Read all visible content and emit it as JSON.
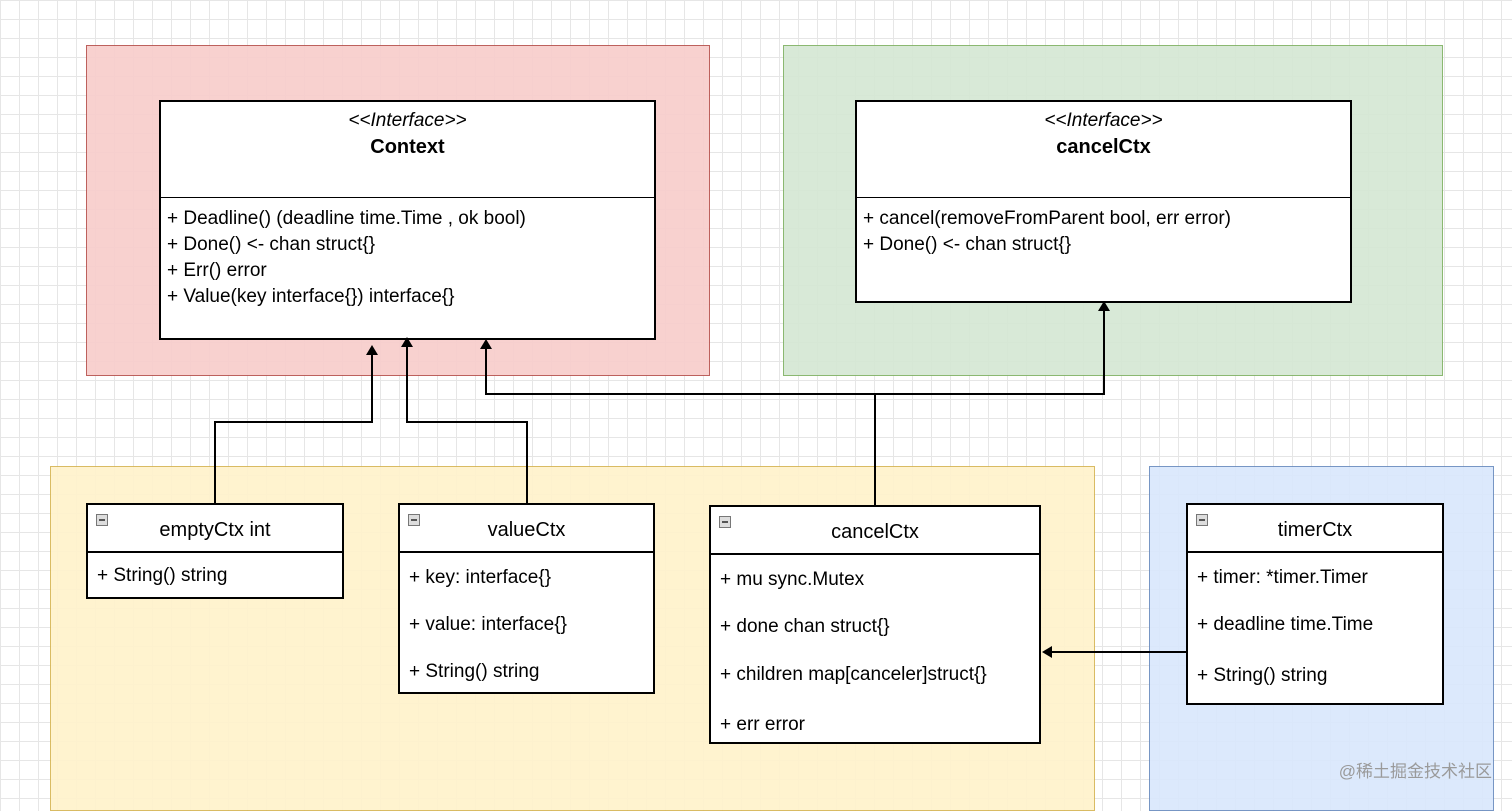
{
  "groups": [
    "red",
    "green",
    "yellow",
    "blue"
  ],
  "context_interface": {
    "stereotype": "<<Interface>>",
    "name": "Context",
    "operations": [
      "+ Deadline() (deadline time.Time , ok bool)",
      "+ Done() <- chan struct{}",
      "+ Err() error",
      "+ Value(key interface{}) interface{}"
    ]
  },
  "canceler_interface": {
    "stereotype": "<<Interface>>",
    "name": "cancelCtx",
    "operations": [
      "+ cancel(removeFromParent bool, err error)",
      "+ Done() <- chan struct{}"
    ]
  },
  "classes": {
    "empty_ctx": {
      "name": "emptyCtx int",
      "members": [
        "+ String() string"
      ]
    },
    "value_ctx": {
      "name": "valueCtx",
      "members": [
        "+ key: interface{}",
        "+ value: interface{}",
        "+ String() string"
      ]
    },
    "cancel_ctx": {
      "name": "cancelCtx",
      "members": [
        "+ mu sync.Mutex",
        "+ done chan struct{}",
        "+ children  map[canceler]struct{}",
        "+ err error"
      ]
    },
    "timer_ctx": {
      "name": "timerCtx",
      "members": [
        "+ timer: *timer.Timer",
        "+ deadline time.Time",
        "+ String() string"
      ]
    }
  },
  "watermark": "@稀土掘金技术社区"
}
